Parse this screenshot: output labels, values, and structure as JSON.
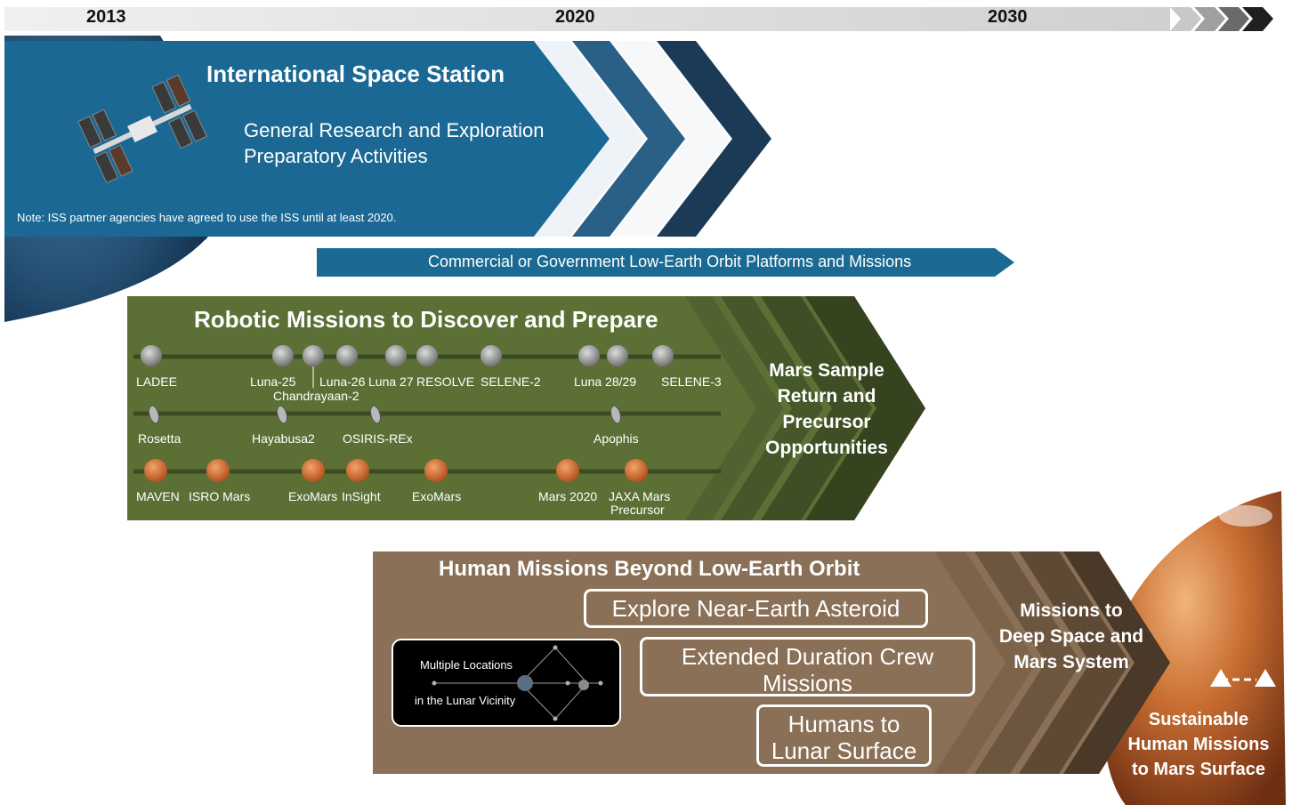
{
  "timeline": {
    "years": [
      "2013",
      "2020",
      "2030"
    ]
  },
  "iss": {
    "title": "International Space Station",
    "subtitle_line1": "General Research and Exploration",
    "subtitle_line2": "Preparatory Activities",
    "note": "Note: ISS partner agencies have agreed to use the ISS until at least 2020."
  },
  "leo": {
    "label": "Commercial or Government Low-Earth Orbit Platforms and Missions"
  },
  "robotic": {
    "title": "Robotic Missions to Discover and Prepare",
    "moon_row": [
      "LADEE",
      "Luna-25",
      "Luna-26",
      "Chandrayaan-2",
      "Luna 27",
      "RESOLVE",
      "SELENE-2",
      "Luna 28/29",
      "SELENE-3"
    ],
    "asteroid_row": [
      "Rosetta",
      "Hayabusa2",
      "OSIRIS-REx",
      "Apophis"
    ],
    "mars_row": [
      "MAVEN",
      "ISRO Mars",
      "ExoMars",
      "InSight",
      "ExoMars",
      "Mars 2020",
      "JAXA Mars",
      "Precursor"
    ],
    "goal": [
      "Mars Sample",
      "Return and",
      "Precursor",
      "Opportunities"
    ]
  },
  "human": {
    "title": "Human Missions Beyond Low-Earth Orbit",
    "asteroid_box": "Explore Near-Earth Asteroid",
    "crew_box": [
      "Extended Duration Crew",
      "Missions"
    ],
    "lunar_box": [
      "Humans to",
      "Lunar Surface"
    ],
    "lunar_vicinity": [
      "Multiple Locations",
      "in the Lunar Vicinity"
    ],
    "goal": [
      "Missions to",
      "Deep Space and",
      "Mars System"
    ]
  },
  "mars_goal": [
    "Sustainable",
    "Human Missions",
    "to Mars Surface"
  ],
  "colors": {
    "iss_blue": "#1a6893",
    "leo_blue": "#1b6a93",
    "robotic_green": "#5c7035",
    "human_brown": "#8a7056"
  }
}
